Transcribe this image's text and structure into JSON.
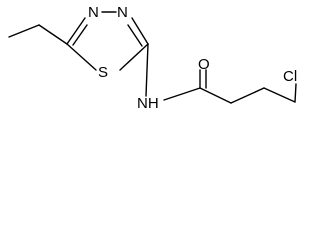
{
  "molecule": {
    "atoms": {
      "n3": "N",
      "n4": "N",
      "s1": "S",
      "nh": "NH",
      "o": "O",
      "cl": "Cl"
    }
  }
}
